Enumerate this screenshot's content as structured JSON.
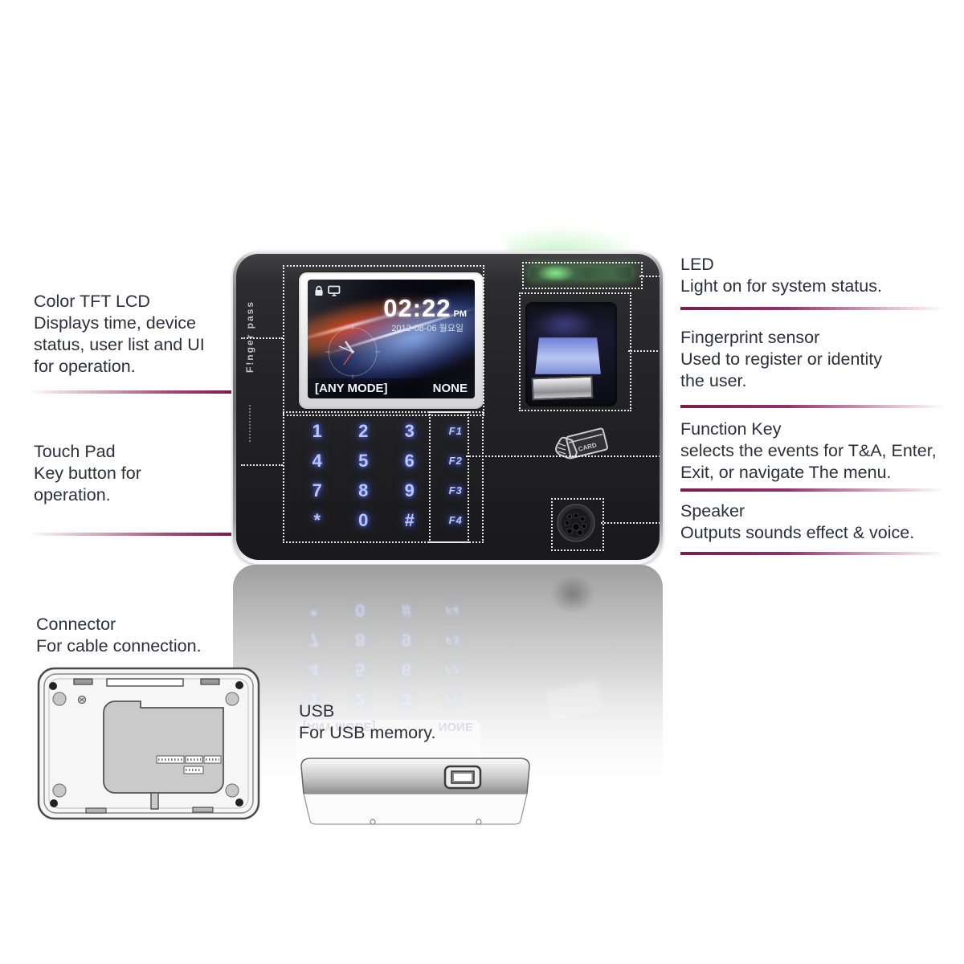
{
  "device": {
    "brand": "F!nger pass",
    "screen": {
      "time": "02:22",
      "ampm": "PM",
      "date": "2012-08-06 월요일",
      "mode": "[ANY MODE]",
      "status": "NONE"
    },
    "keypad": {
      "keys": [
        "1",
        "2",
        "3",
        "F1",
        "4",
        "5",
        "6",
        "F2",
        "7",
        "8",
        "9",
        "F3",
        "*",
        "0",
        "#",
        "F4"
      ]
    },
    "card_label": "CARD"
  },
  "annotations": {
    "color_tft_lcd": {
      "lines": [
        "Color TFT LCD",
        "Displays  time, device",
        "status, user list and UI",
        "for operation."
      ]
    },
    "touch_pad": {
      "lines": [
        "Touch Pad",
        "Key button for",
        "operation."
      ]
    },
    "connector": {
      "lines": [
        "Connector",
        "For  cable connection."
      ]
    },
    "usb": {
      "lines": [
        "USB",
        "For USB memory."
      ]
    },
    "led": {
      "lines": [
        "LED",
        "Light on for system status."
      ]
    },
    "fingerprint_sensor": {
      "lines": [
        "Fingerprint sensor",
        "Used to register or identity",
        "the user."
      ]
    },
    "function_key": {
      "lines": [
        "Function Key",
        "selects the events for T&A, Enter,",
        "Exit, or navigate The menu."
      ]
    },
    "speaker": {
      "lines": [
        "Speaker",
        "Outputs sounds effect & voice."
      ]
    }
  },
  "colors": {
    "rule_accent": "#8e2456",
    "label_text": "#2e2e3e",
    "key_glow_blue": "#8fa6ff",
    "led_green": "#74e874",
    "device_body": "#1c1c1e"
  }
}
